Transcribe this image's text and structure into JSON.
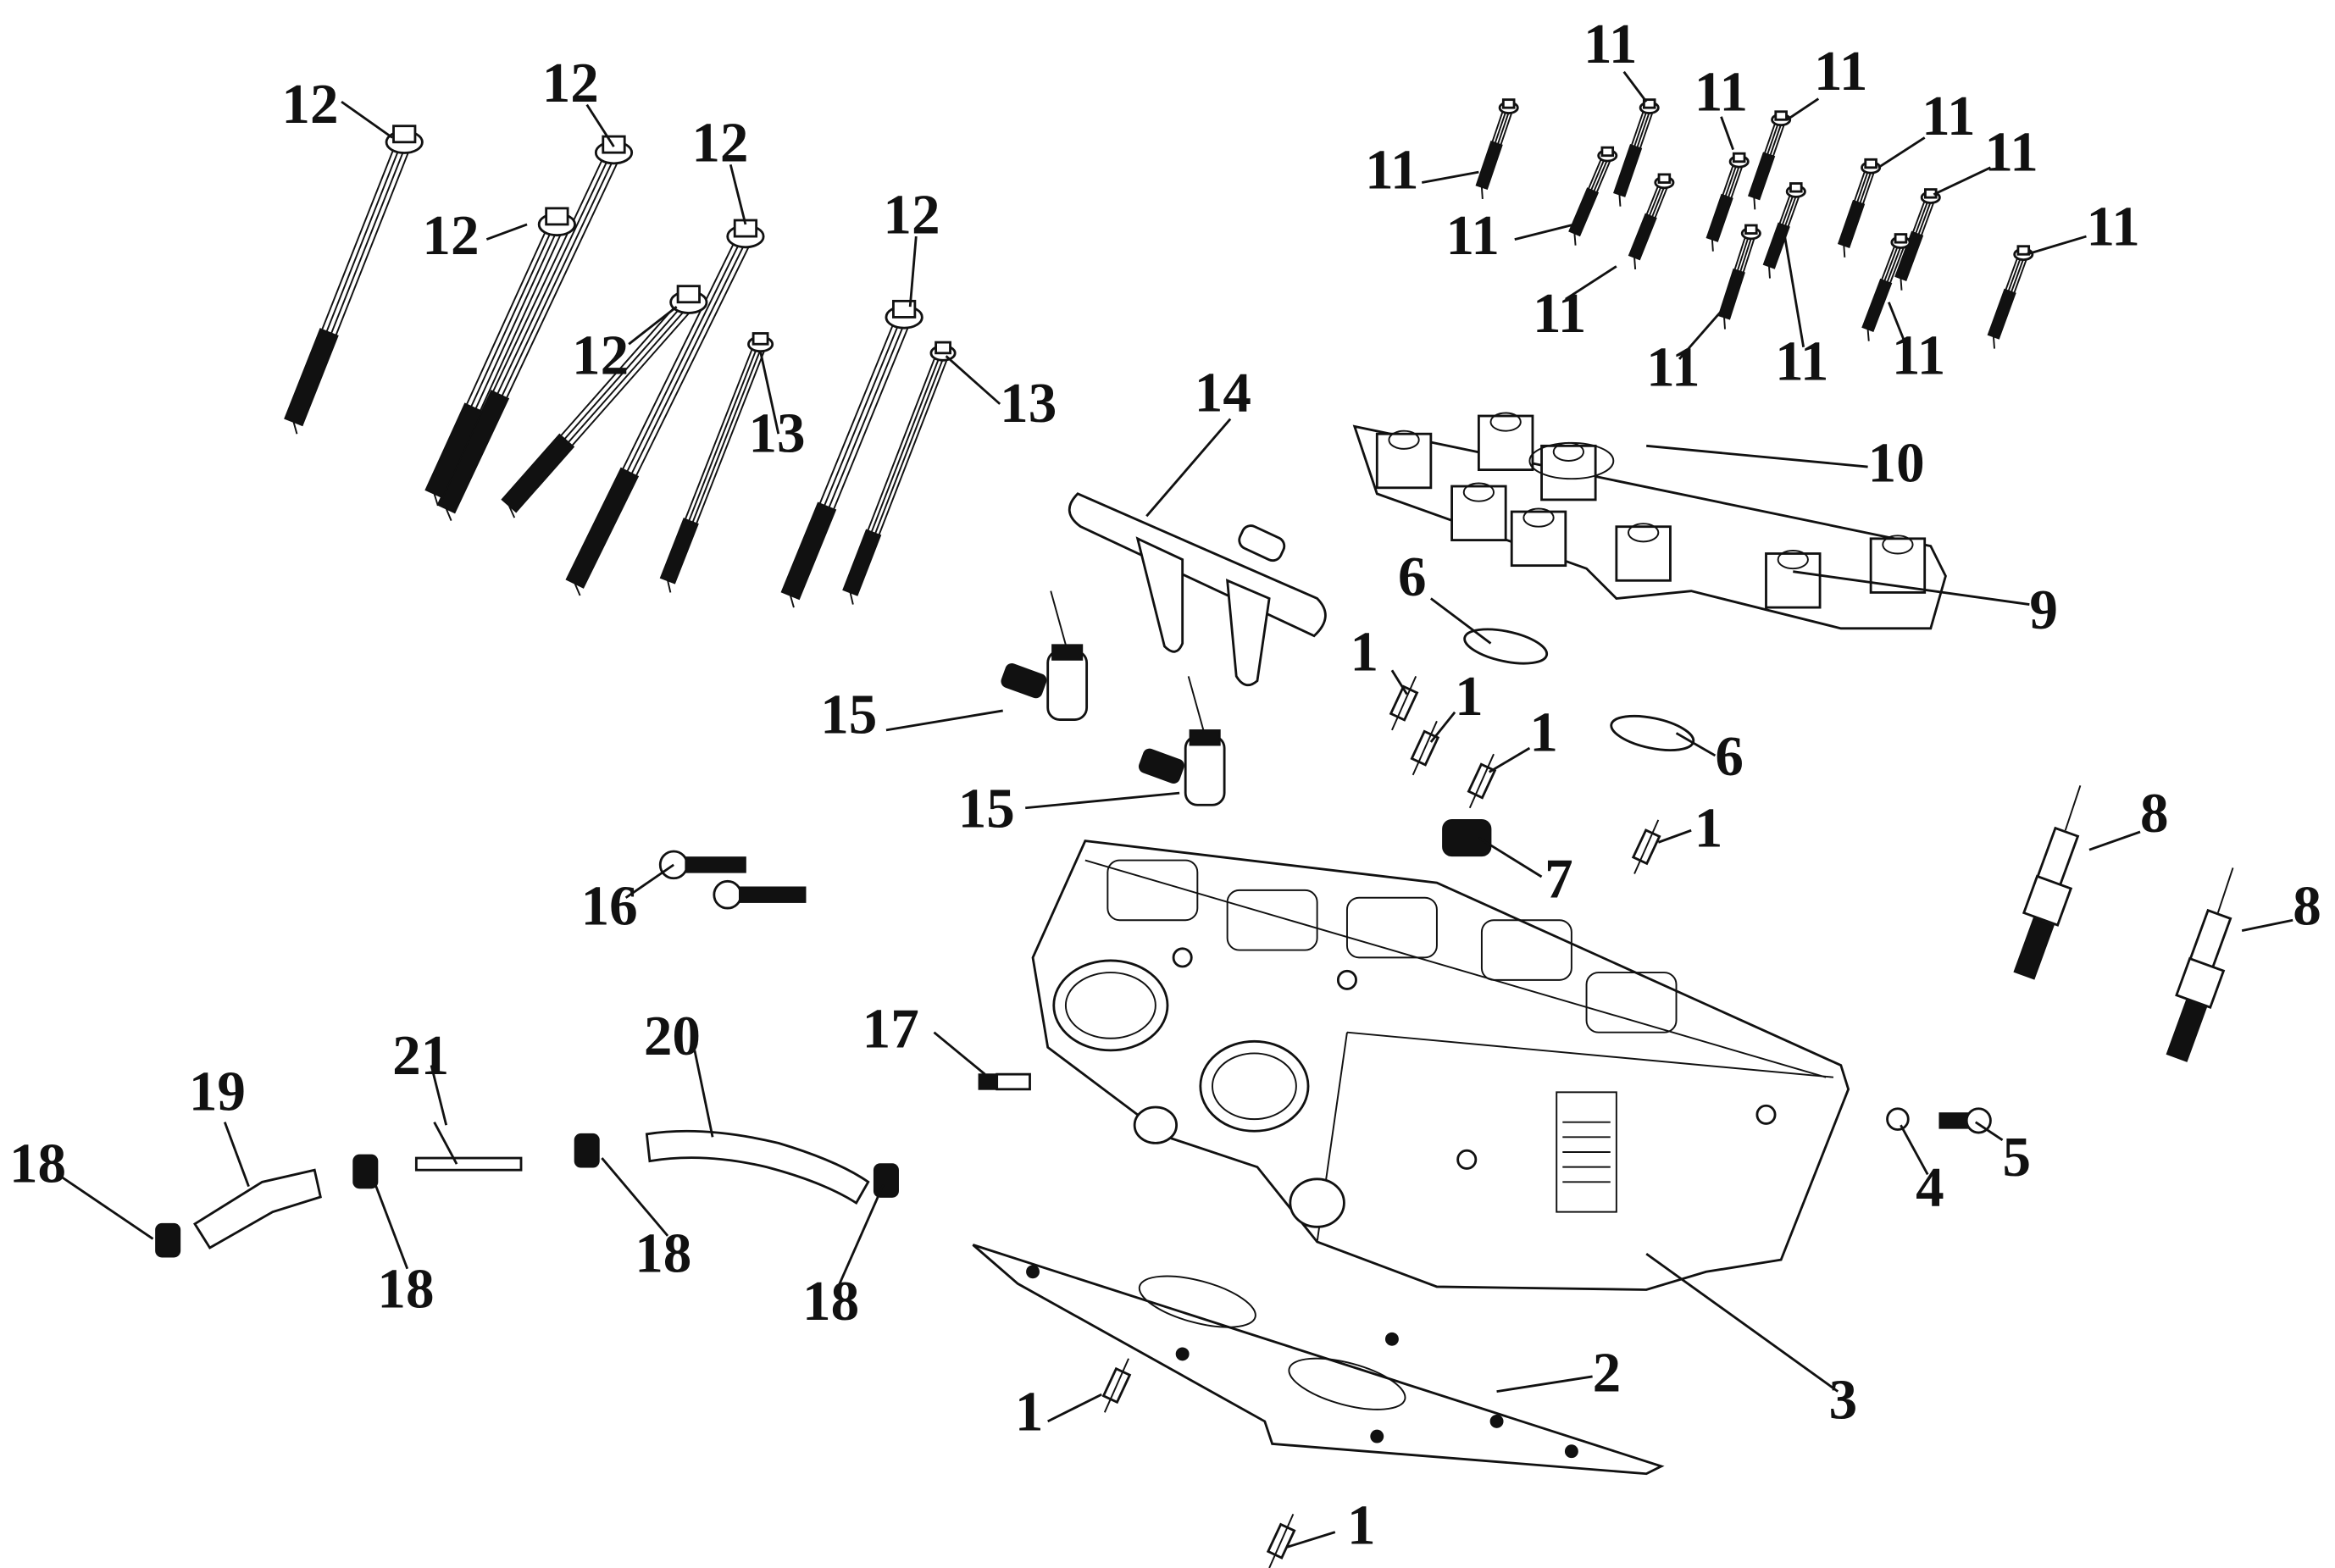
{
  "title": "Cylinder head exploded parts diagram",
  "callouts": [
    {
      "id": "c1a",
      "label": "1"
    },
    {
      "id": "c1b",
      "label": "1"
    },
    {
      "id": "c1c",
      "label": "1"
    },
    {
      "id": "c1d",
      "label": "1"
    },
    {
      "id": "c1e",
      "label": "1"
    },
    {
      "id": "c1f",
      "label": "1"
    },
    {
      "id": "c2",
      "label": "2"
    },
    {
      "id": "c3",
      "label": "3"
    },
    {
      "id": "c4",
      "label": "4"
    },
    {
      "id": "c5",
      "label": "5"
    },
    {
      "id": "c6a",
      "label": "6"
    },
    {
      "id": "c6b",
      "label": "6"
    },
    {
      "id": "c7",
      "label": "7"
    },
    {
      "id": "c8a",
      "label": "8"
    },
    {
      "id": "c8b",
      "label": "8"
    },
    {
      "id": "c9",
      "label": "9"
    },
    {
      "id": "c10",
      "label": "10"
    },
    {
      "id": "c11a",
      "label": "11"
    },
    {
      "id": "c11b",
      "label": "11"
    },
    {
      "id": "c11c",
      "label": "11"
    },
    {
      "id": "c11d",
      "label": "11"
    },
    {
      "id": "c11e",
      "label": "11"
    },
    {
      "id": "c11f",
      "label": "11"
    },
    {
      "id": "c11g",
      "label": "11"
    },
    {
      "id": "c11h",
      "label": "11"
    },
    {
      "id": "c11i",
      "label": "11"
    },
    {
      "id": "c11j",
      "label": "11"
    },
    {
      "id": "c11k",
      "label": "11"
    },
    {
      "id": "c11l",
      "label": "11"
    },
    {
      "id": "c12a",
      "label": "12"
    },
    {
      "id": "c12b",
      "label": "12"
    },
    {
      "id": "c12c",
      "label": "12"
    },
    {
      "id": "c12d",
      "label": "12"
    },
    {
      "id": "c12e",
      "label": "12"
    },
    {
      "id": "c12f",
      "label": "12"
    },
    {
      "id": "c13a",
      "label": "13"
    },
    {
      "id": "c13b",
      "label": "13"
    },
    {
      "id": "c14",
      "label": "14"
    },
    {
      "id": "c15a",
      "label": "15"
    },
    {
      "id": "c15b",
      "label": "15"
    },
    {
      "id": "c16",
      "label": "16"
    },
    {
      "id": "c17",
      "label": "17"
    },
    {
      "id": "c18a",
      "label": "18"
    },
    {
      "id": "c18b",
      "label": "18"
    },
    {
      "id": "c18c",
      "label": "18"
    },
    {
      "id": "c18d",
      "label": "18"
    },
    {
      "id": "c19",
      "label": "19"
    },
    {
      "id": "c20",
      "label": "20"
    },
    {
      "id": "c21",
      "label": "21"
    }
  ]
}
